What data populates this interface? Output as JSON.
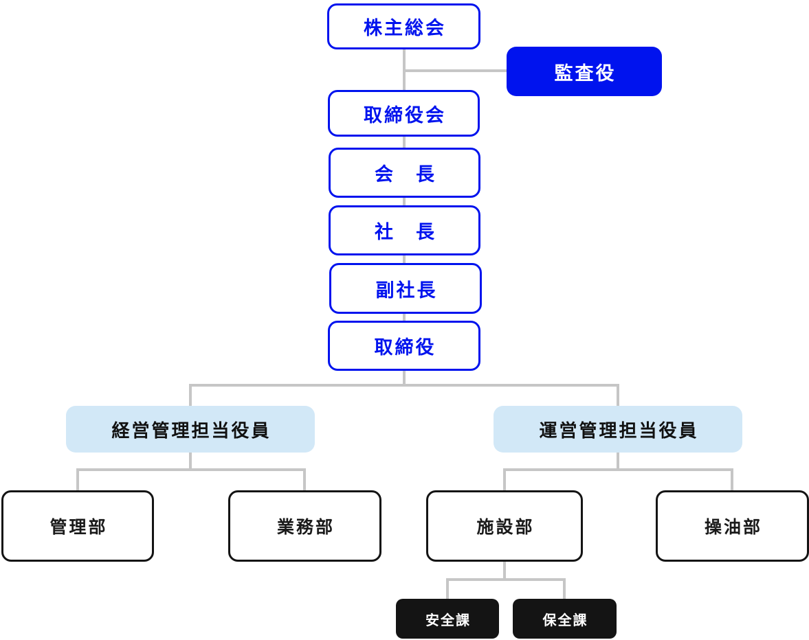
{
  "colors": {
    "blue": "#0013ee",
    "light_blue": "#d2e8f7",
    "near_black": "#141414",
    "connector_gray": "#c6c6c6",
    "background": "#ffffff"
  },
  "org": {
    "levels": {
      "shareholders_meeting": "株主総会",
      "auditor": "監査役",
      "board_of_directors": "取締役会",
      "chairman": "会　長",
      "president": "社　長",
      "vice_president": "副社長",
      "director": "取締役",
      "management_admin_officer": "経営管理担当役員",
      "operations_admin_officer": "運営管理担当役員",
      "admin_department": "管理部",
      "business_department": "業務部",
      "facilities_department": "施設部",
      "oil_handling_department": "操油部",
      "safety_section": "安全課",
      "maintenance_section": "保全課"
    }
  }
}
